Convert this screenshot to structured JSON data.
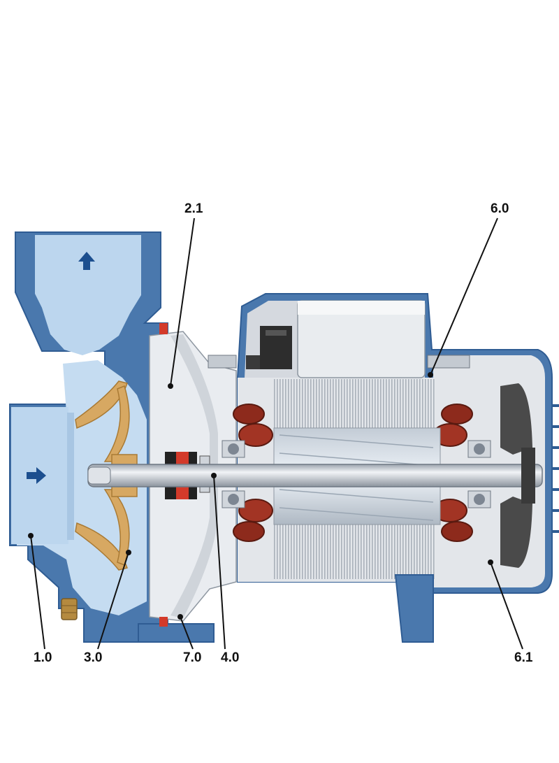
{
  "callouts": {
    "c10": "1.0",
    "c21": "2.1",
    "c30": "3.0",
    "c40": "4.0",
    "c60": "6.0",
    "c61": "6.1",
    "c70": "7.0"
  },
  "colors": {
    "casing": "#4a78ad",
    "casing_dark": "#2f5c93",
    "water": "#bcd6ee",
    "water_light": "#d8e8f6",
    "impeller": "#d7a862",
    "motor_body": "#d5d9df",
    "stator_fins": "#b9bfc7",
    "copper": "#8d2a1c",
    "shaft": "#c9ced6",
    "arrow": "#1c4f8f",
    "brass": "#b58a3f",
    "seal_red": "#d33a2a",
    "fan": "#4a4a4a"
  },
  "arrows": {
    "outlet": "up-arrow-icon",
    "inlet": "right-arrow-icon"
  }
}
